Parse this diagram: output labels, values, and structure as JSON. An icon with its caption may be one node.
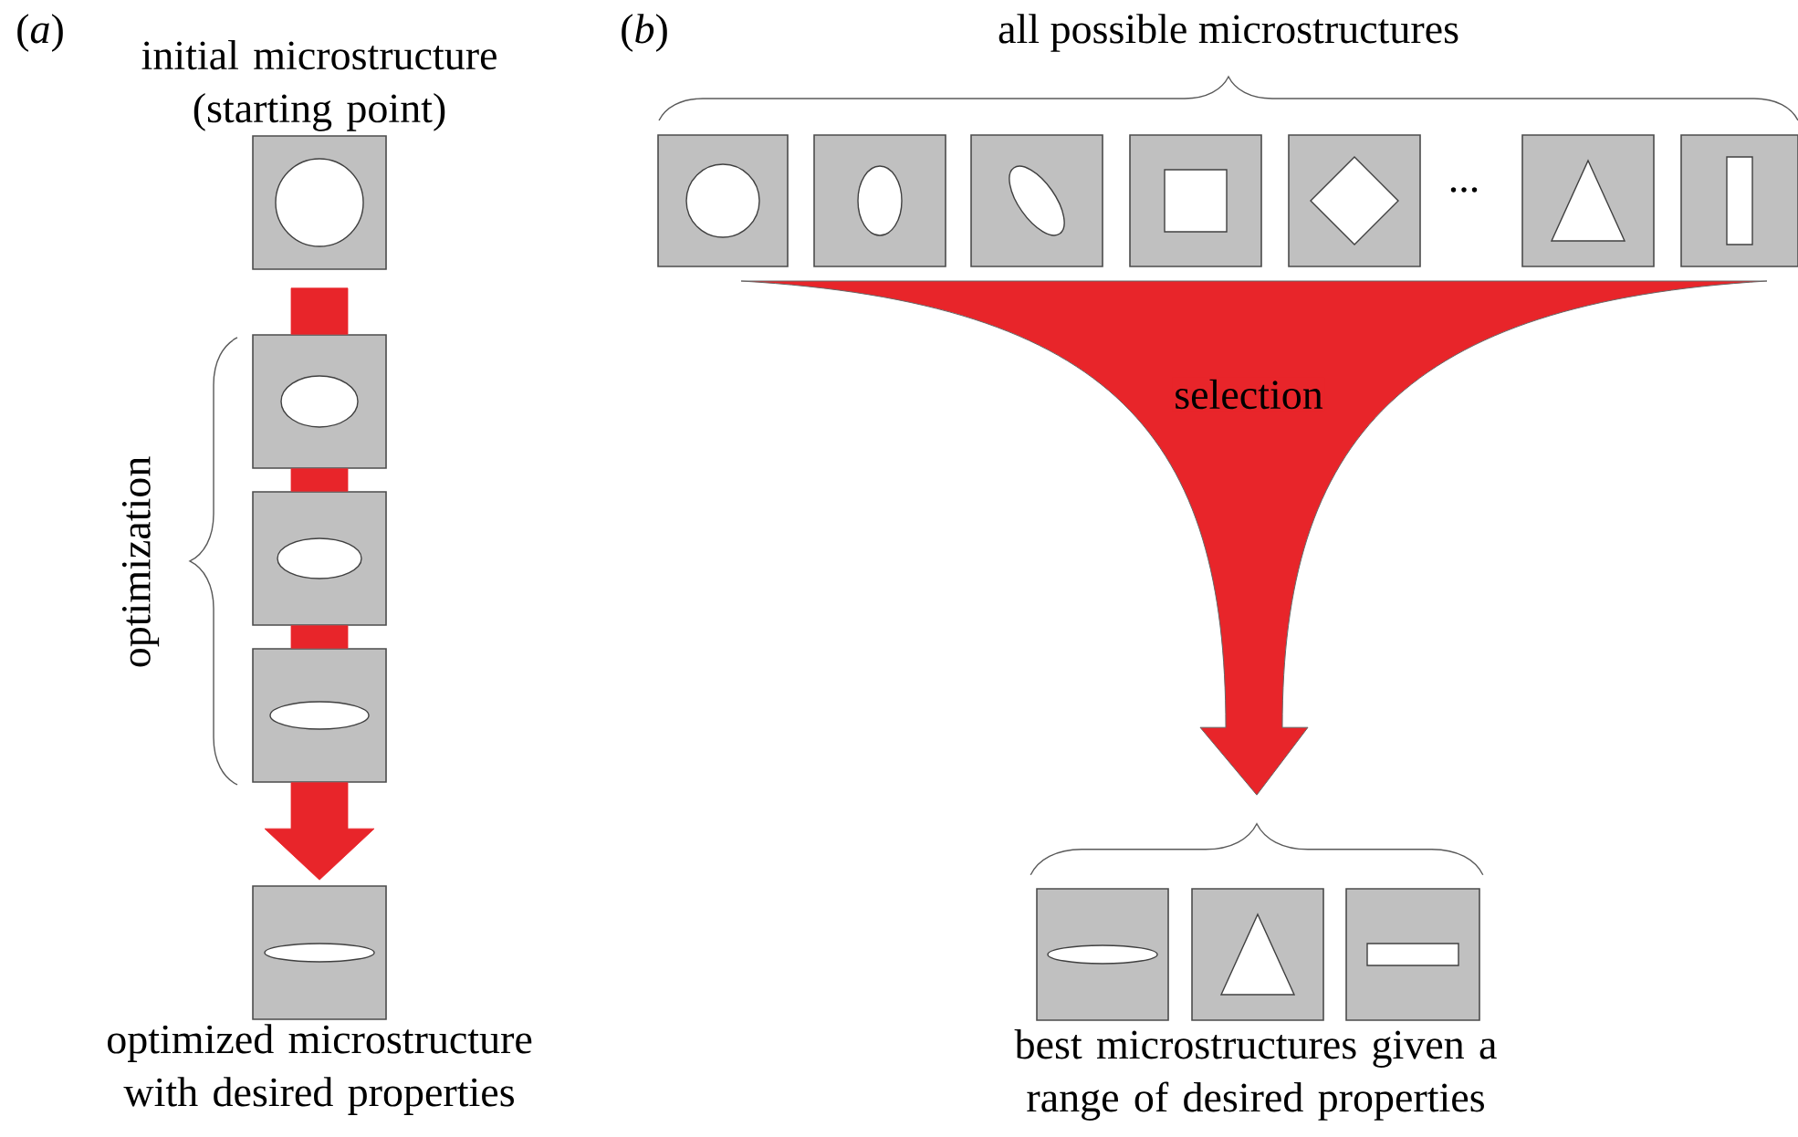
{
  "diagram": {
    "nodes": [
      {
        "text": [
          "initial microstructure (starting point)"
        ]
      },
      {
        "text": [],
        "shape": "box"
      },
      {
        "text": [],
        "shape": "box"
      },
      {
        "text": [],
        "shape": "box"
      },
      {
        "text": [
          "optimized microstructure with desired properties"
        ]
      },
      {
        "text": [],
        "shape": "box"
      },
      {
        "text": [],
        "shape": "box"
      },
      {
        "text": [],
        "shape": "box"
      },
      {
        "text": [],
        "shape": "box"
      },
      {
        "text": [],
        "shape": "box"
      },
      {
        "text": [],
        "shape": "box"
      },
      {
        "text": [],
        "shape": "box"
      },
      {
        "text": [],
        "shape": "brace"
      },
      {
        "text": [],
        "shape": "box"
      },
      {
        "text": [],
        "shape": "box"
      },
      {
        "text": [],
        "shape": "box"
      }
    ],
    "edges": [
      {
        "from": 0,
        "to": 1,
        "arrow": "none"
      },
      {
        "from": 1,
        "to": 2,
        "arrow": "none"
      },
      {
        "from": 2,
        "to": 3,
        "arrow": "none"
      },
      {
        "from": 3,
        "to": 4,
        "arrow": "to"
      },
      {
        "from": null,
        "to": 12,
        "arrow": "to",
        "label": "selection"
      }
    ],
    "labels": [
      "(*a*)",
      "(*b*)",
      "all possible microstructures",
      "optimization",
      "...",
      "best microstructures given a range of desired properties"
    ]
  }
}
